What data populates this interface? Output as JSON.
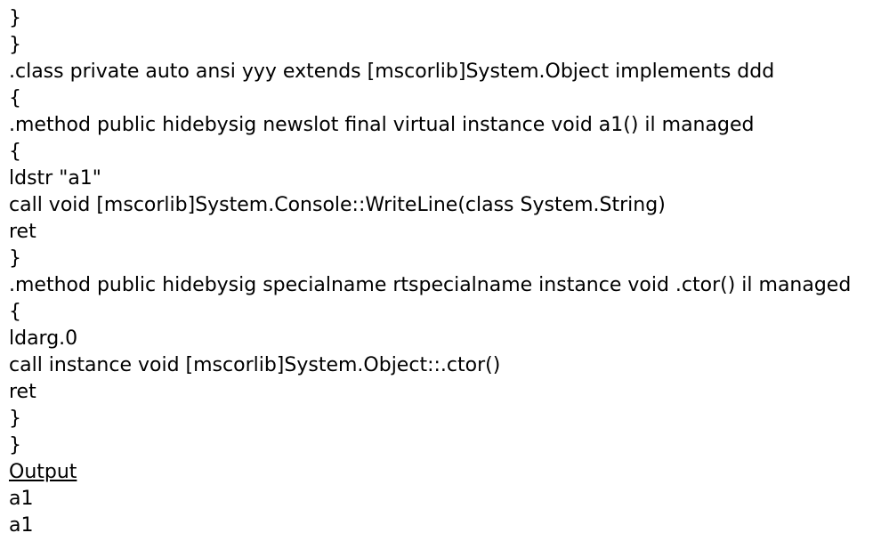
{
  "code_lines": [
    "}",
    "}",
    ".class private auto ansi yyy extends [mscorlib]System.Object implements ddd",
    "{",
    ".method public hidebysig newslot final virtual instance void a1() il managed",
    "{",
    "ldstr \"a1\"",
    "call void [mscorlib]System.Console::WriteLine(class System.String)",
    "ret",
    "}",
    ".method public hidebysig specialname rtspecialname instance void .ctor() il managed",
    "{",
    "ldarg.0",
    "call instance void [mscorlib]System.Object::.ctor()",
    "ret",
    "}",
    "}"
  ],
  "output_heading": "Output",
  "output_lines": [
    "a1",
    "a1"
  ]
}
